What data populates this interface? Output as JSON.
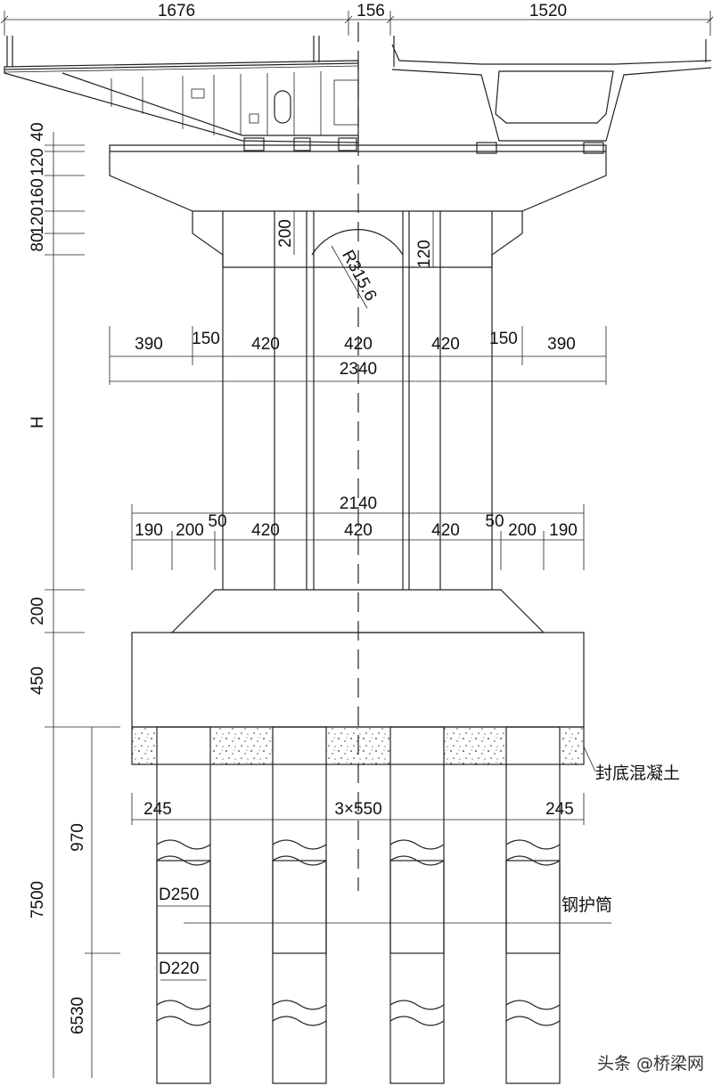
{
  "top_dims": {
    "left": "1676",
    "middle": "156",
    "right": "1520"
  },
  "left_dims": [
    "40",
    "120",
    "160",
    "120",
    "80",
    "H",
    "200",
    "450",
    "7500",
    "970",
    "6530"
  ],
  "labels": {
    "dim_200": "200",
    "dim_120": "120",
    "radius": "R315.6",
    "row1": [
      "390",
      "150",
      "420",
      "420",
      "420",
      "150",
      "390"
    ],
    "total_top": "2340",
    "total_low": "2140",
    "row2": [
      "190",
      "200",
      "50",
      "420",
      "420",
      "420",
      "50",
      "200",
      "190"
    ],
    "pile_left": "245",
    "pile_mid": "3×550",
    "pile_right": "245",
    "d250": "D250",
    "d220": "D220"
  },
  "notes": {
    "seal_concrete": "封底混凝土",
    "steel_casing": "钢护筒"
  },
  "watermark": "头条 @桥梁网"
}
